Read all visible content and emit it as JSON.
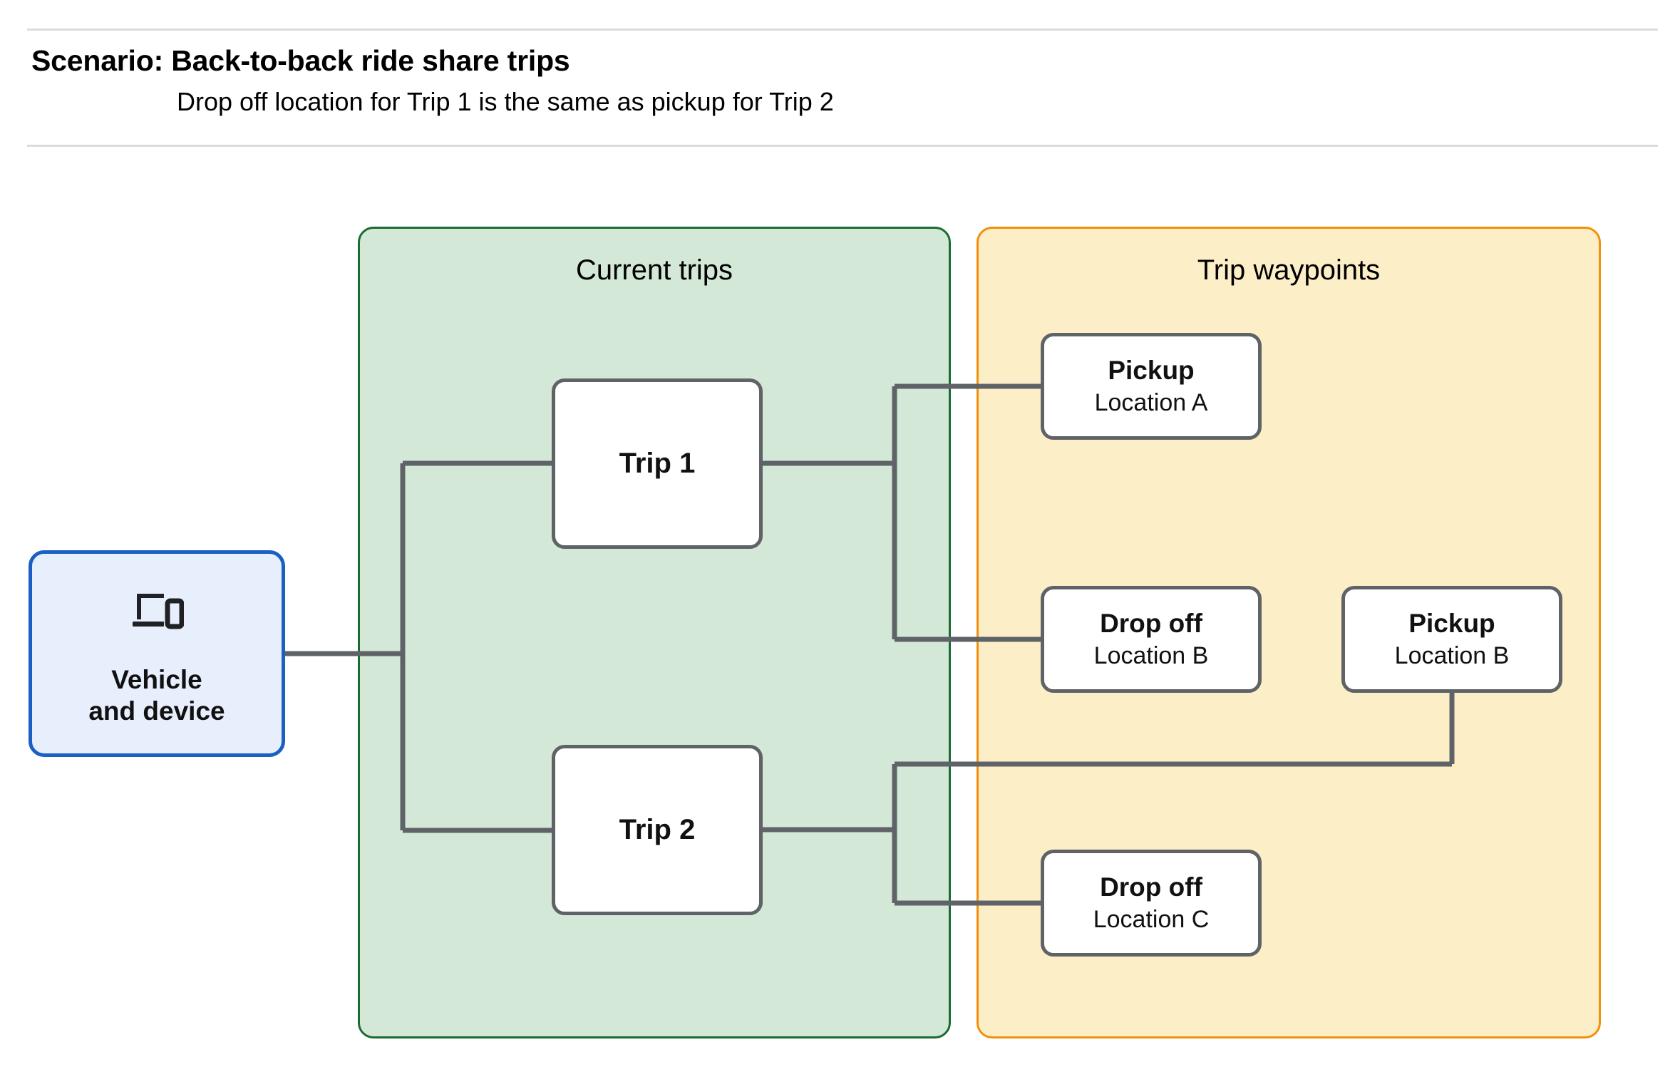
{
  "header": {
    "title": "Scenario: Back-to-back ride share trips",
    "subtitle": "Drop off  location for Trip 1 is the same as pickup for Trip 2"
  },
  "groups": {
    "current_trips": {
      "label": "Current trips",
      "fill": "#d3e8d6",
      "border": "#1a6b33"
    },
    "trip_waypoints": {
      "label": "Trip waypoints",
      "fill": "#fcefc8",
      "border": "#f2900c"
    }
  },
  "nodes": {
    "vehicle": {
      "line1": "Vehicle",
      "line2": "and device",
      "icon": "devices-icon",
      "fill": "#e8effc",
      "border": "#1a5fc4"
    },
    "trip1": {
      "label": "Trip 1"
    },
    "trip2": {
      "label": "Trip 2"
    },
    "pickup_a": {
      "title": "Pickup",
      "location": "Location A"
    },
    "dropoff_b": {
      "title": "Drop off",
      "location": "Location B"
    },
    "pickup_b": {
      "title": "Pickup",
      "location": "Location B"
    },
    "dropoff_c": {
      "title": "Drop off",
      "location": "Location C"
    }
  },
  "edges": [
    {
      "from": "vehicle",
      "to": "trip1"
    },
    {
      "from": "vehicle",
      "to": "trip2"
    },
    {
      "from": "trip1",
      "to": "pickup_a"
    },
    {
      "from": "trip1",
      "to": "dropoff_b"
    },
    {
      "from": "trip2",
      "to": "pickup_b"
    },
    {
      "from": "trip2",
      "to": "dropoff_c"
    }
  ],
  "style": {
    "connector_color": "#5f6368",
    "node_border_color": "#5f6368",
    "rule_color": "#dadce0"
  }
}
